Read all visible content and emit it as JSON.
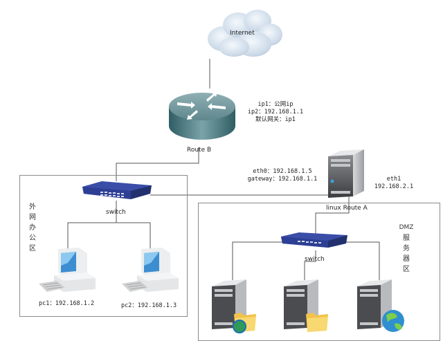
{
  "diagram": {
    "internet": {
      "label": "Internet"
    },
    "route_b": {
      "label": "Route B",
      "notes": [
        "ip1：公网ip",
        "ip2：192.168.1.1",
        "默认网关：ip1"
      ]
    },
    "route_a": {
      "label": "linux Route A",
      "eth0_notes": [
        "eth0：192.168.1.5",
        "gateway：192.168.1.1"
      ],
      "eth1_notes": [
        "eth1",
        "192.168.2.1"
      ]
    },
    "office_zone": {
      "label_chars": [
        "外",
        "网",
        "办",
        "公",
        "区"
      ],
      "switch_label": "switch",
      "pcs": [
        {
          "label": "pc1：192.168.1.2"
        },
        {
          "label": "pc2：192.168.1.3"
        }
      ]
    },
    "dmz_zone": {
      "label_chars": [
        "DMZ",
        "服",
        "务",
        "器",
        "区"
      ],
      "switch_label": "switch",
      "servers": [
        {
          "badge": "folder-globe"
        },
        {
          "badge": "folder"
        },
        {
          "badge": "globe"
        }
      ]
    },
    "colors": {
      "line": "#555555",
      "zone_border": "#8a8a8a",
      "switch_blue": "#2d3f94",
      "router_teal": "#4f7f86",
      "cloud": "#cddbea"
    }
  }
}
